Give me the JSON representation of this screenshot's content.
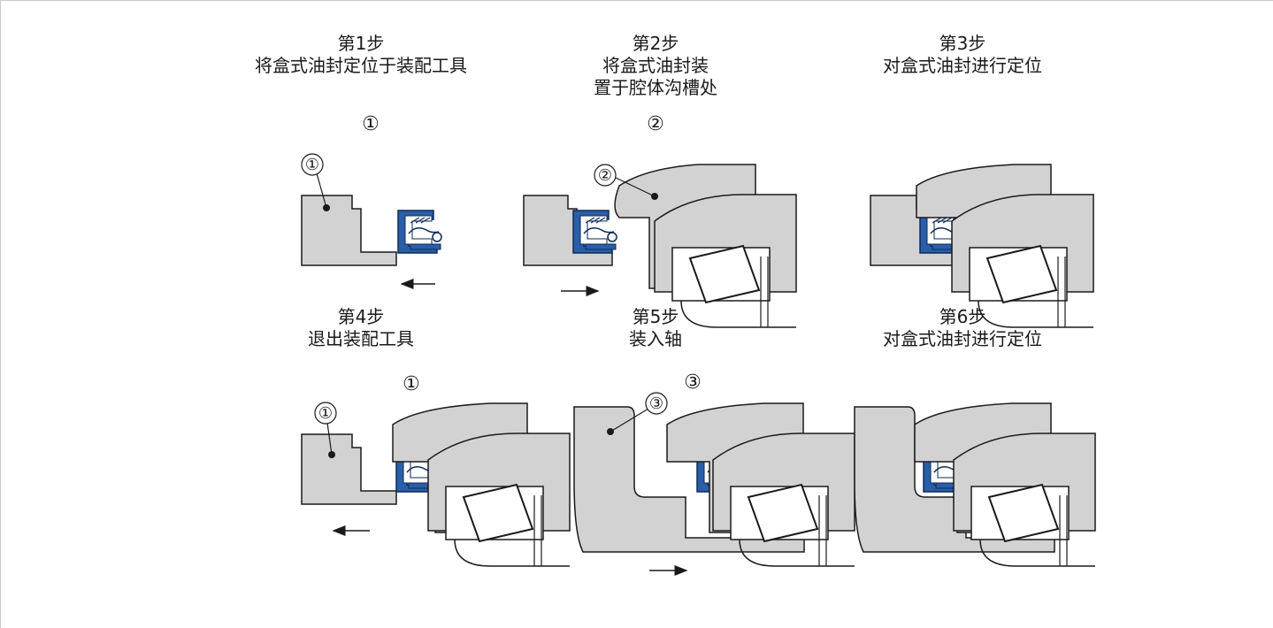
{
  "steps": [
    {
      "heading": "第1步",
      "desc_lines": [
        "将盒式油封定位于装配工具"
      ],
      "marker": "①",
      "callout": "①"
    },
    {
      "heading": "第2步",
      "desc_lines": [
        "将盒式油封装",
        "置于腔体沟槽处"
      ],
      "marker": "②",
      "callout": "②"
    },
    {
      "heading": "第3步",
      "desc_lines": [
        "对盒式油封进行定位"
      ],
      "marker": "",
      "callout": ""
    },
    {
      "heading": "第4步",
      "desc_lines": [
        "退出装配工具"
      ],
      "marker": "①",
      "callout": "①"
    },
    {
      "heading": "第5步",
      "desc_lines": [
        "装入轴"
      ],
      "marker": "③",
      "callout": "③"
    },
    {
      "heading": "第6步",
      "desc_lines": [
        "对盒式油封进行定位"
      ],
      "marker": "",
      "callout": ""
    }
  ],
  "colors": {
    "part_fill": "#d2d2d2",
    "seal_blue": "#2a5ea8",
    "outline": "#1a1a1a",
    "frame": "#c9c9c9"
  },
  "icons": {
    "arrow_left": "arrow-left-icon",
    "arrow_right": "arrow-right-icon"
  }
}
